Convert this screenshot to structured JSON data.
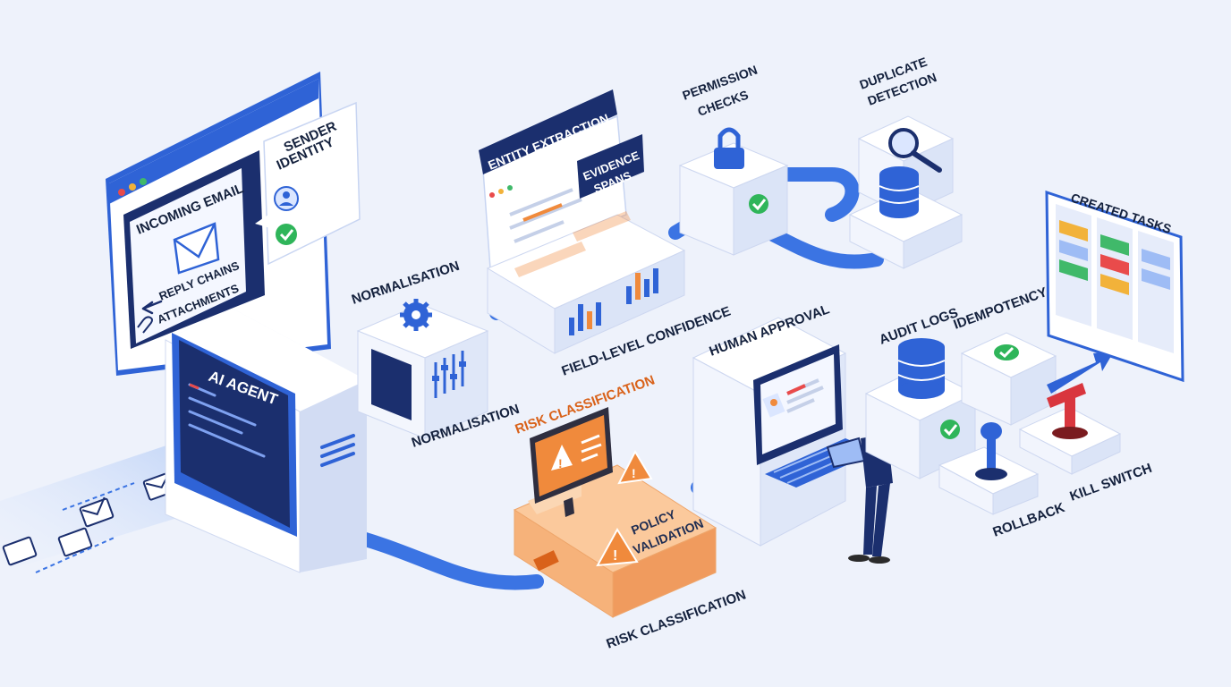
{
  "nodes": {
    "incoming_email": "INCOMING EMAIL",
    "reply_chains": "REPLY CHAINS",
    "attachments": "ATTACHMENTS",
    "sender_identity_line1": "SENDER",
    "sender_identity_line2": "IDENTITY",
    "ai_agent": "AI AGENT",
    "normalisation_top": "NORMALISATION",
    "normalisation_bottom": "NORMALISATION",
    "entity_extraction": "ENTITY EXTRACTION",
    "evidence_spans_line1": "EVIDENCE",
    "evidence_spans_line2": "SPANS",
    "field_level_confidence": "FIELD-LEVEL CONFIDENCE",
    "permission_checks_line1": "PERMISSION",
    "permission_checks_line2": "CHECKS",
    "duplicate_detection_line1": "DUPLICATE",
    "duplicate_detection_line2": "DETECTION",
    "risk_classification_top": "RISK CLASSIFICATION",
    "risk_classification_bottom": "RISK CLASSIFICATION",
    "policy_validation_line1": "POLICY",
    "policy_validation_line2": "VALIDATION",
    "human_approval": "HUMAN APPROVAL",
    "audit_logs": "AUDIT LOGS",
    "idempotency": "IDEMPOTENCY",
    "rollback": "ROLLBACK",
    "kill_switch": "KILL SWITCH",
    "created_tasks": "CREATED TASKS"
  },
  "colors": {
    "primary_blue": "#2f63d6",
    "deep_navy": "#1b2f6e",
    "success_green": "#2fb55a",
    "warning_orange": "#f08a3c",
    "danger_red": "#d9363e",
    "background": "#eef2fb"
  },
  "icons": [
    "envelope-icon",
    "reply-icon",
    "paperclip-icon",
    "user-icon",
    "check-icon",
    "gear-icon",
    "sliders-icon",
    "bar-chart-icon",
    "padlock-icon",
    "magnifier-icon",
    "database-icon",
    "warning-icon",
    "monitor-icon",
    "person-icon",
    "lever-icon",
    "arrow-icon",
    "kanban-icon"
  ]
}
